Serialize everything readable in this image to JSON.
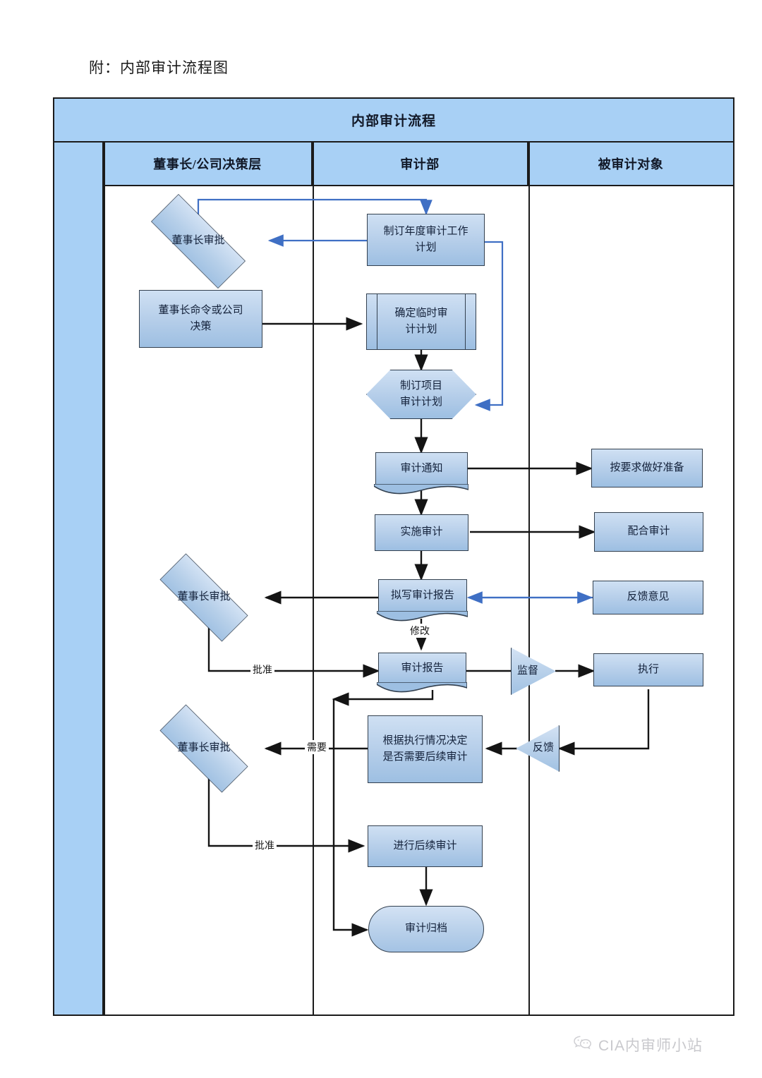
{
  "caption": "附：内部审计流程图",
  "diagram": {
    "title": "内部审计流程",
    "lanes": [
      {
        "label": "董事长/公司决策层"
      },
      {
        "label": "审计部"
      },
      {
        "label": "被审计对象"
      }
    ],
    "nodes": [
      {
        "id": "chair_approve_1",
        "label": "董事长审批",
        "shape": "diamond",
        "lane": "董事长/公司决策层"
      },
      {
        "id": "annual_plan",
        "label": "制订年度审计工作计划",
        "shape": "process",
        "lane": "审计部"
      },
      {
        "id": "chair_order",
        "label": "董事长命令或公司决策",
        "shape": "process",
        "lane": "董事长/公司决策层"
      },
      {
        "id": "temp_plan",
        "label": "确定临时审计计划",
        "shape": "predefined-process",
        "lane": "审计部"
      },
      {
        "id": "project_plan",
        "label": "制订项目审计计划",
        "shape": "hexagon",
        "lane": "审计部"
      },
      {
        "id": "audit_notice",
        "label": "审计通知",
        "shape": "document",
        "lane": "审计部"
      },
      {
        "id": "prepare",
        "label": "按要求做好准备",
        "shape": "process",
        "lane": "被审计对象"
      },
      {
        "id": "do_audit",
        "label": "实施审计",
        "shape": "process",
        "lane": "审计部"
      },
      {
        "id": "cooperate",
        "label": "配合审计",
        "shape": "process",
        "lane": "被审计对象"
      },
      {
        "id": "draft_report",
        "label": "拟写审计报告",
        "shape": "document",
        "lane": "审计部"
      },
      {
        "id": "feedback_opinion",
        "label": "反馈意见",
        "shape": "process",
        "lane": "被审计对象"
      },
      {
        "id": "chair_approve_2",
        "label": "董事长审批",
        "shape": "diamond",
        "lane": "董事长/公司决策层"
      },
      {
        "id": "audit_report",
        "label": "审计报告",
        "shape": "document",
        "lane": "审计部"
      },
      {
        "id": "supervise",
        "label": "监督",
        "shape": "triangle-right",
        "lane": "审计部"
      },
      {
        "id": "execute",
        "label": "执行",
        "shape": "process",
        "lane": "被审计对象"
      },
      {
        "id": "decide_followup",
        "label": "根据执行情况决定是否需要后续审计",
        "shape": "process",
        "lane": "审计部"
      },
      {
        "id": "feedback",
        "label": "反馈",
        "shape": "triangle-left",
        "lane": "被审计对象"
      },
      {
        "id": "chair_approve_3",
        "label": "董事长审批",
        "shape": "diamond",
        "lane": "董事长/公司决策层"
      },
      {
        "id": "followup_audit",
        "label": "进行后续审计",
        "shape": "process",
        "lane": "审计部"
      },
      {
        "id": "archive",
        "label": "审计归档",
        "shape": "terminator",
        "lane": "审计部"
      }
    ],
    "node_lines": {
      "annual_plan": [
        "制订年度审计工作",
        "计划"
      ],
      "chair_order": [
        "董事长命令或公司",
        "决策"
      ],
      "temp_plan": [
        "确定临时审",
        "计计划"
      ],
      "project_plan": [
        "制订项目",
        "审计计划"
      ],
      "decide_followup": [
        "根据执行情况决定",
        "是否需要后续审计"
      ]
    },
    "edge_labels": [
      {
        "id": "revise",
        "text": "修改"
      },
      {
        "id": "approve_1",
        "text": "批准"
      },
      {
        "id": "need",
        "text": "需要"
      },
      {
        "id": "approve_2",
        "text": "批准"
      }
    ],
    "colors": {
      "header_fill": "#a8d0f5",
      "node_fill": "#b4cde9",
      "node_border": "#33404f",
      "frame_border": "#1b1b1b",
      "black_arrow": "#141414",
      "blue_arrow": "#3f6fc4"
    }
  },
  "watermark": {
    "icon": "wechat-icon",
    "text": "CIA内审师小站"
  }
}
